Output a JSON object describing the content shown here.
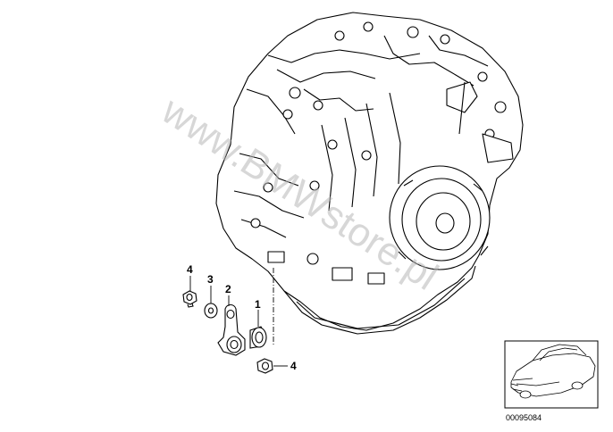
{
  "diagram": {
    "callouts": [
      {
        "id": "c4a",
        "label": "4",
        "part": "nut"
      },
      {
        "id": "c3",
        "label": "3",
        "part": "washer"
      },
      {
        "id": "c2",
        "label": "2",
        "part": "bracket"
      },
      {
        "id": "c1",
        "label": "1",
        "part": "bushing"
      },
      {
        "id": "c4b",
        "label": "4",
        "part": "nut"
      }
    ],
    "watermark": "www.BMWstore.pl",
    "thumbnail": {
      "icon": "car-thumbnail-icon",
      "code": "00095084"
    },
    "colors": {
      "line": "#000000",
      "watermark": "#b8b8b8",
      "background": "#ffffff"
    }
  }
}
